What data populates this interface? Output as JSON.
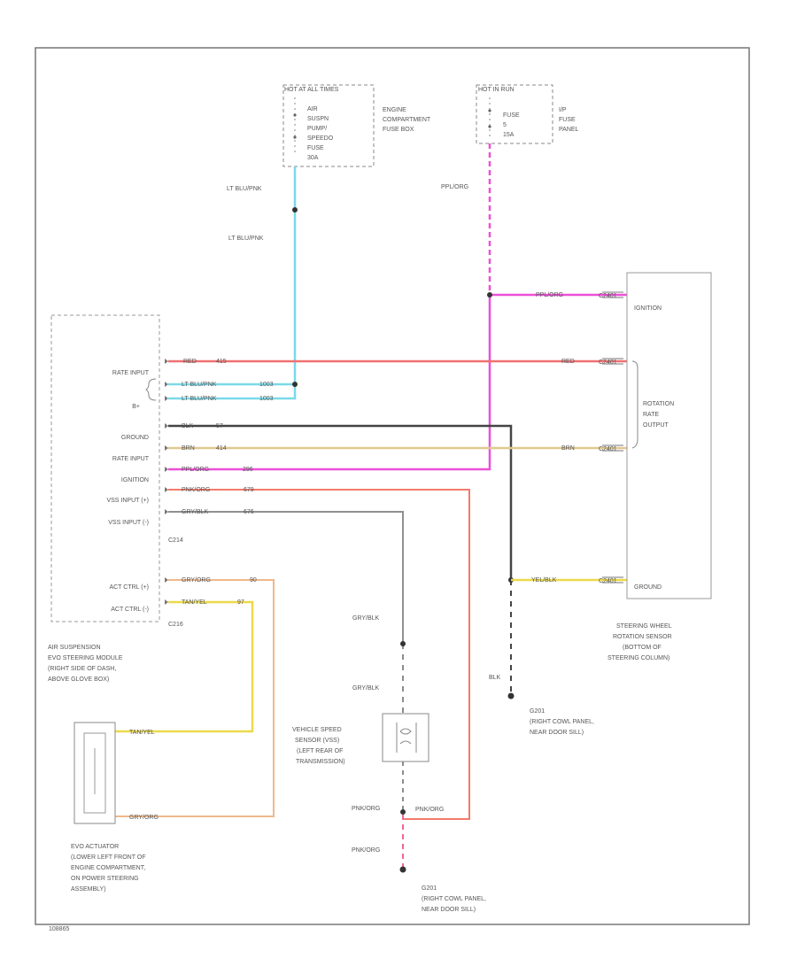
{
  "fuse_left": {
    "header": "HOT AT ALL TIMES",
    "lines": [
      "AIR",
      "SUSPN",
      "PUMP/",
      "SPEEDO",
      "FUSE",
      "30A"
    ],
    "location": [
      "ENGINE",
      "COMPARTMENT",
      "FUSE BOX"
    ]
  },
  "fuse_right": {
    "header": "HOT IN RUN",
    "lines": [
      "FUSE",
      "5",
      "15A"
    ],
    "location": [
      "I/P",
      "FUSE",
      "PANEL"
    ]
  },
  "wires": {
    "lt_blu_pnk_1": "LT BLU/PNK",
    "lt_blu_pnk_2": "LT BLU/PNK",
    "ppl_org_top": "PPL/ORG",
    "ppl_org_sensor": "PPL/ORG",
    "red_sensor": "RED",
    "brn_sensor": "BRN",
    "yel_blk_sensor": "YEL/BLK",
    "gry_blk_1": "GRY/BLK",
    "gry_blk_2": "GRY/BLK",
    "blk_ground": "BLK",
    "pnk_org_1": "PNK/ORG",
    "pnk_org_2": "PNK/ORG",
    "pnk_org_3": "PNK/ORG",
    "tan_yel_act": "TAN/YEL",
    "gry_org_act": "GRY/ORG"
  },
  "module_pins": [
    {
      "label": "RATE INPUT",
      "wire": "RED",
      "circuit": "415"
    },
    {
      "label": "B+",
      "wire": "LT BLU/PNK",
      "circuit": "1003"
    },
    {
      "label": "",
      "wire": "LT BLU/PNK",
      "circuit": "1003"
    },
    {
      "label": "GROUND",
      "wire": "BLK",
      "circuit": "57"
    },
    {
      "label": "RATE INPUT",
      "wire": "BRN",
      "circuit": "414"
    },
    {
      "label": "IGNITION",
      "wire": "PPL/ORG",
      "circuit": "296"
    },
    {
      "label": "VSS INPUT (+)",
      "wire": "PNK/ORG",
      "circuit": "679"
    },
    {
      "label": "VSS INPUT (-)",
      "wire": "GRY/BLK",
      "circuit": "676"
    },
    {
      "label": "ACT CTRL (+)",
      "wire": "GRY/ORG",
      "circuit": "90"
    },
    {
      "label": "ACT CTRL (-)",
      "wire": "TAN/YEL",
      "circuit": "97"
    }
  ],
  "connectors": {
    "c214_a": "C214",
    "c214_b": "C216"
  },
  "module_desc": [
    "AIR SUSPENSION",
    "EVO STEERING MODULE",
    "(RIGHT SIDE OF DASH,",
    "ABOVE GLOVE BOX)"
  ],
  "sensor_pins": {
    "ignition": "IGNITION",
    "rate_output": [
      "ROTATION",
      "RATE",
      "OUTPUT"
    ],
    "ground": "GROUND"
  },
  "sensor_desc": [
    "STEERING WHEEL",
    "ROTATION SENSOR",
    "(BOTTOM OF",
    "STEERING COLUMN)"
  ],
  "vss_desc": [
    "VEHICLE SPEED",
    "SENSOR (VSS)",
    "(LEFT REAR OF",
    "TRANSMISSION)"
  ],
  "ground_g201": [
    "G201",
    "(RIGHT COWL PANEL,",
    "NEAR DOOR SILL)"
  ],
  "ground_g202": [
    "G201",
    "(RIGHT COWL PANEL,",
    "NEAR DOOR SILL)"
  ],
  "actuator_desc": [
    "EVO ACTUATOR",
    "(LOWER LEFT FRONT OF",
    "ENGINE COMPARTMENT,",
    "ON POWER STEERING",
    "ASSEMBLY)"
  ],
  "sensor_connector": "C2401",
  "figure_id": "108865",
  "colors": {
    "lt_blu": "#7ad9e8",
    "ppl": "#ee4fd8",
    "red": "#f07070",
    "brn": "#e0c890",
    "gry": "#909090",
    "blk": "#444444",
    "pnk_org": "#f47a6a",
    "tan_yel": "#ecd94a",
    "gry_org": "#f0b88a",
    "line": "#777777"
  }
}
